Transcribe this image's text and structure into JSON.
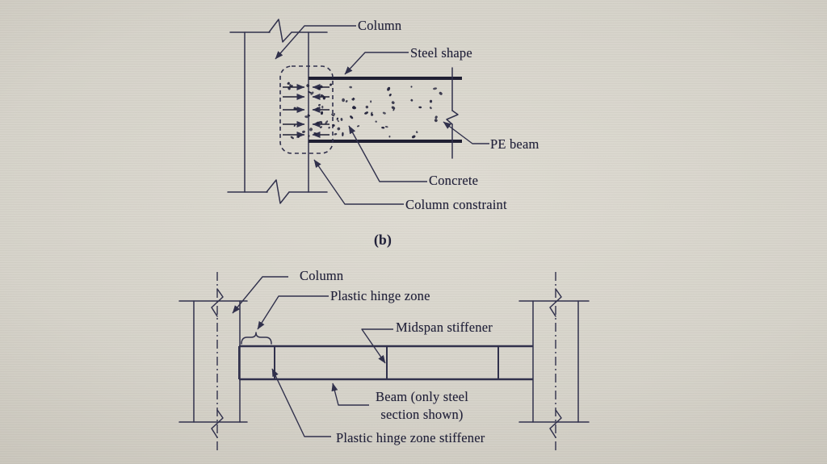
{
  "colors": {
    "ink": "#22223a",
    "line": "#31314c",
    "flange": "#1f1f32",
    "paper_center": "#dfdcd3",
    "paper_edge": "#b2ada3"
  },
  "figure_top": {
    "caption": "(b)",
    "labels": {
      "column": "Column",
      "steel_shape": "Steel shape",
      "pe_beam": "PE beam",
      "concrete": "Concrete",
      "column_constraint": "Column constraint"
    }
  },
  "figure_bottom": {
    "labels": {
      "column": "Column",
      "plastic_hinge_zone": "Plastic hinge zone",
      "midspan_stiffener": "Midspan stiffener",
      "beam_line1": "Beam (only steel",
      "beam_line2": "section shown)",
      "plastic_hinge_zone_stiffener": "Plastic hinge zone stiffener"
    }
  }
}
